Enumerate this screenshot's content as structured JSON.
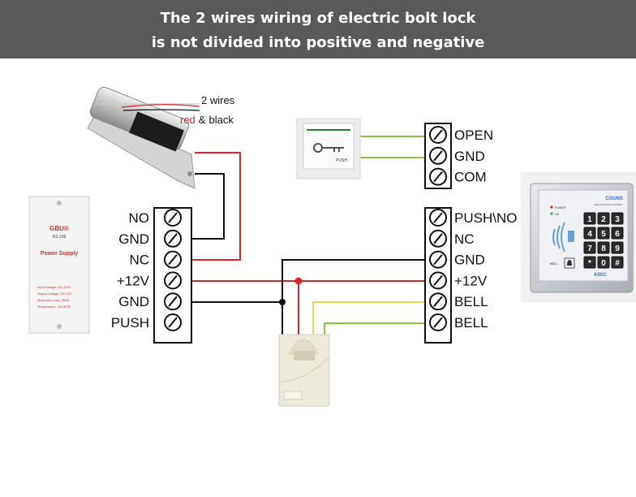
{
  "banner": {
    "line1": "The 2 wires wiring of electric bolt lock",
    "line2": "is not divided into positive and negative"
  },
  "bolt_note": {
    "count": "2 wires",
    "red": "red",
    "amp": "&",
    "black": "black"
  },
  "left_terminal": [
    "NO",
    "GND",
    "NC",
    "+12V",
    "GND",
    "PUSH"
  ],
  "exit_terminal": [
    "OPEN",
    "GND",
    "COM"
  ],
  "right_terminal": [
    "PUSH\\NO",
    "NC",
    "GND",
    "+12V",
    "BELL",
    "BELL"
  ],
  "power_supply": {
    "brand": "GBU®",
    "model": "KS-106",
    "title": "Power Supply",
    "specs": [
      "Input Voltage: AC 220V",
      "Output Voltage: DC 12V",
      "Maximum Load: 36VA",
      "Temperature: -20-50℃"
    ]
  },
  "exit_button": {
    "label": "PUSH"
  },
  "keypad": {
    "brand": "COUNS",
    "subtitle": "RFID ACCESS CONTROL",
    "indicators": [
      "POWER",
      "OK"
    ],
    "keys": [
      "1",
      "2",
      "3",
      "4",
      "5",
      "6",
      "7",
      "8",
      "9",
      "*",
      "0",
      "#"
    ],
    "bell_label": "BELL",
    "model": "K05C"
  },
  "colors": {
    "banner": "#595959",
    "red_wire": "#d6272e",
    "green_wire": "#8cc63f",
    "yellow_wire": "#e8d84a",
    "black_wire": "#111111"
  }
}
